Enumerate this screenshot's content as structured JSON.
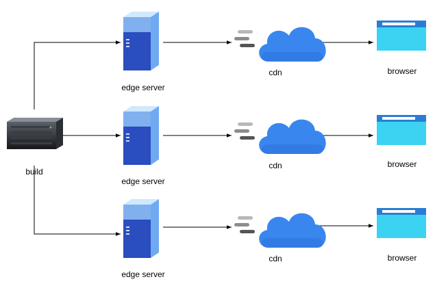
{
  "build": {
    "label": "build",
    "icon": "server-rack-icon"
  },
  "rows": [
    {
      "server_label": "edge server",
      "cdn_label": "cdn",
      "browser_label": "browser"
    },
    {
      "server_label": "edge server",
      "cdn_label": "cdn",
      "browser_label": "browser"
    },
    {
      "server_label": "edge server",
      "cdn_label": "cdn",
      "browser_label": "browser"
    }
  ],
  "icons": {
    "server": "tower-server-icon",
    "cdn": "cloud-icon",
    "browser": "browser-window-icon"
  },
  "colors": {
    "server_front": "#2f54c7",
    "server_side": "#5aa6f5",
    "cloud": "#3b82f0",
    "cloud_dark": "#2f6fe0",
    "browser_body": "#35d4f2",
    "browser_bar": "#2879d4",
    "speed_lines": "#6e6e6e",
    "arrow": "#000000"
  }
}
